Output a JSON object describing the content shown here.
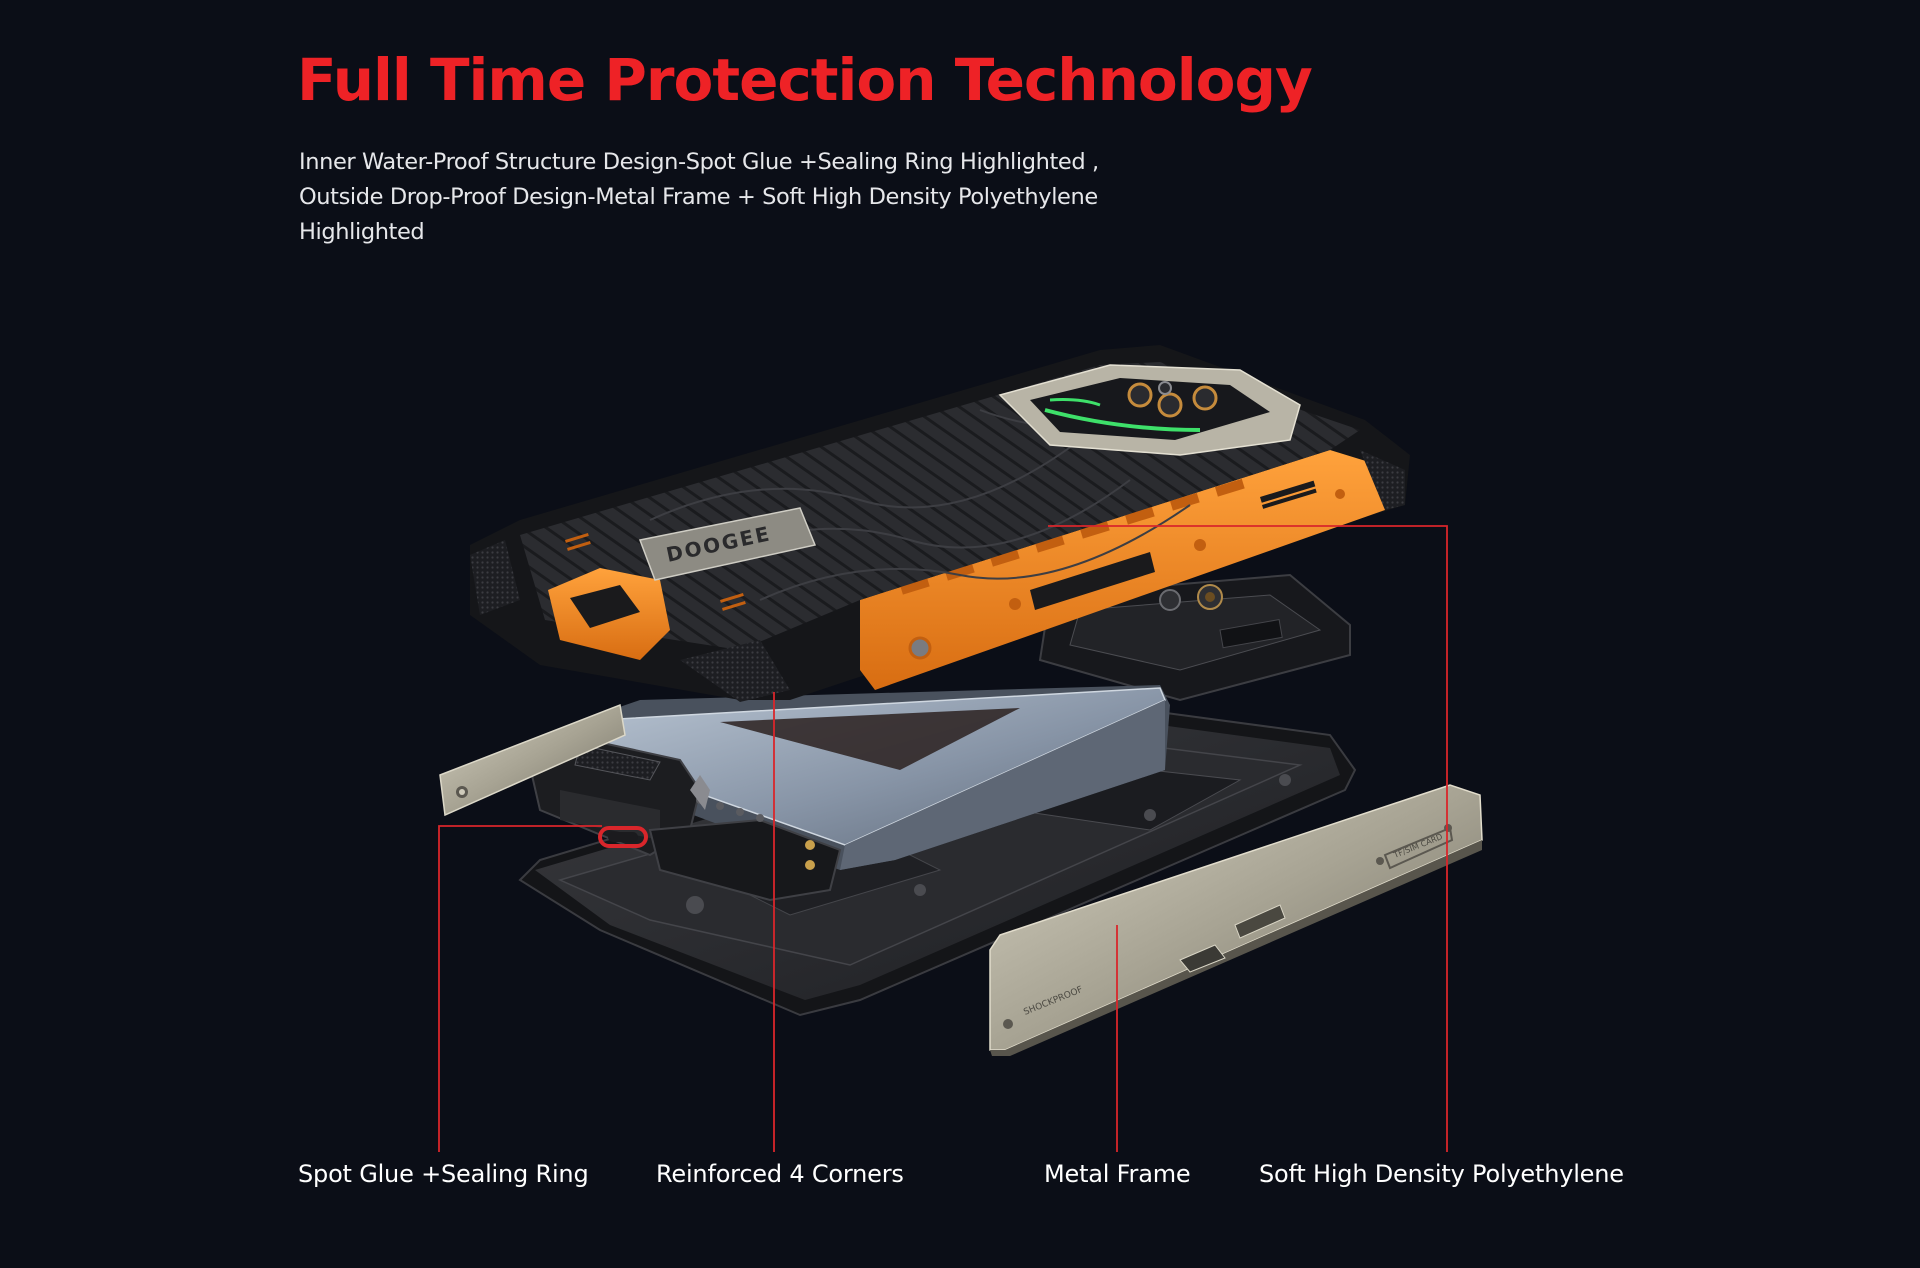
{
  "headline": "Full Time Protection Technology",
  "subtitle": {
    "line1": "Inner Water-Proof Structure Design-Spot Glue +Sealing Ring Highlighted ,",
    "line2": "Outside Drop-Proof Design-Metal Frame + Soft High Density Polyethylene",
    "line3": "Highlighted"
  },
  "product": {
    "brand_logo": "DOOGEE",
    "frame_engraving_1": "SHOCKPROOF",
    "frame_engraving_2": "TF/SIM CARD"
  },
  "callouts": [
    {
      "label": "Spot Glue +Sealing Ring"
    },
    {
      "label": "Reinforced 4 Corners"
    },
    {
      "label": "Metal Frame"
    },
    {
      "label": "Soft High Density Polyethylene"
    }
  ],
  "colors": {
    "background": "#0b0e17",
    "accent_red": "#ee2226",
    "rubber_orange": "#f08a24",
    "text_light": "#e6e7ea"
  }
}
